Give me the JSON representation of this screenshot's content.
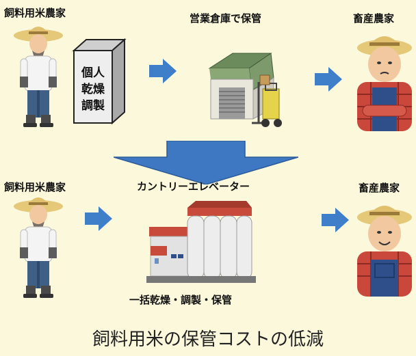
{
  "top_row": {
    "farmer_label": "飼料用米農家",
    "box_text": [
      "個人",
      "乾燥",
      "調製"
    ],
    "warehouse_label": "営業倉庫で保管",
    "livestock_label": "畜産農家"
  },
  "bottom_row": {
    "farmer_label": "飼料用米農家",
    "elevator_label": "カントリーエレベーター",
    "elevator_caption": "一括乾燥・調製・保管",
    "livestock_label": "畜産農家"
  },
  "caption": "飼料用米の保管コストの低減",
  "colors": {
    "background": "#fbf8dc",
    "arrow": "#3f7fc9",
    "big_arrow": "#3f78c2"
  },
  "icons": [
    "farmer-icon",
    "dryer-box-icon",
    "warehouse-forklift-icon",
    "livestock-farmer-icon",
    "grain-elevator-icon",
    "arrow-right-icon",
    "arrow-down-icon"
  ]
}
